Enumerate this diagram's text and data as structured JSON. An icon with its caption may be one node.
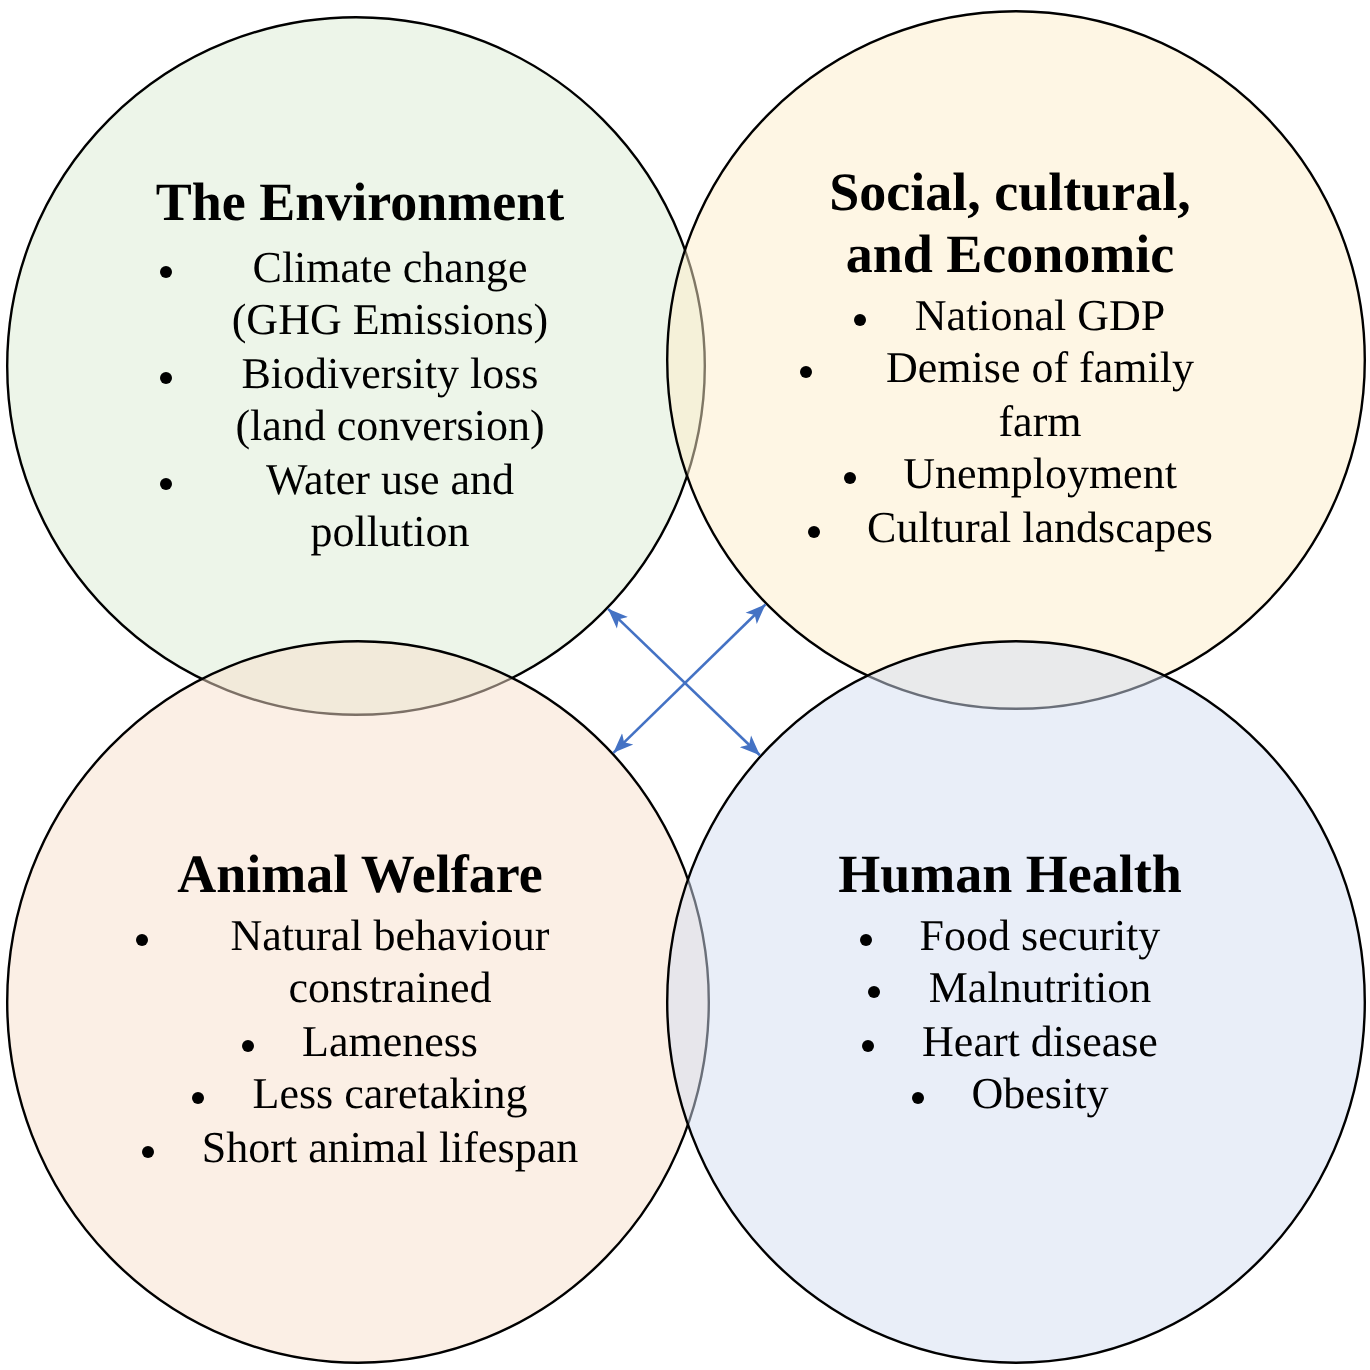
{
  "diagram": {
    "nodes": [
      {
        "text": [
          "The Environment",
          "Climate change (GHG Emissions)",
          "Biodiversity loss (land conversion)",
          "Water use and pollution"
        ]
      },
      {
        "text": [
          "Social, cultural, and Economic",
          "National GDP",
          "Demise of family farm",
          "Unemployment",
          "Cultural landscapes"
        ]
      },
      {
        "text": [
          "Animal Welfare",
          "Natural behaviour constrained",
          "Lameness",
          "Less caretaking",
          "Short animal lifespan"
        ]
      },
      {
        "text": [
          "Human Health",
          "Food security",
          "Malnutrition",
          "Heart disease",
          "Obesity"
        ]
      }
    ],
    "edges": [
      {
        "from": 0,
        "to": 3,
        "arrow": "both"
      },
      {
        "from": 2,
        "to": 1,
        "arrow": "both"
      }
    ]
  }
}
